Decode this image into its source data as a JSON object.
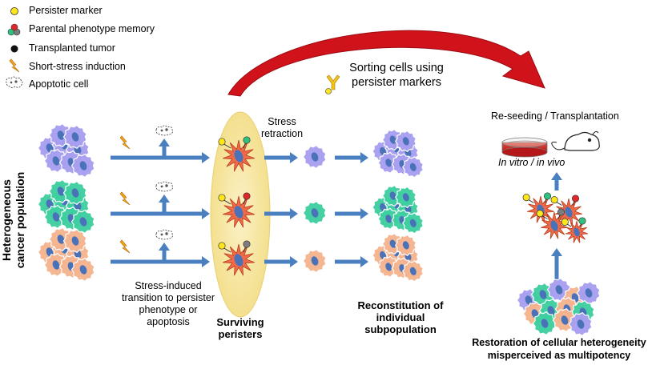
{
  "legend": {
    "persister_marker": "Persister marker",
    "parental_memory": "Parental phenotype memory",
    "transplanted_tumor": "Transplanted tumor",
    "short_stress": "Short-stress induction",
    "apoptotic_cell": "Apoptotic cell"
  },
  "labels": {
    "heterogeneous_line1": "Heterogeneous",
    "heterogeneous_line2": "cancer population",
    "stress_retraction_1": "Stress",
    "stress_retraction_2": "retraction",
    "sorting_1": "Sorting cells using",
    "sorting_2": "persister markers",
    "reseeding": "Re-seeding / Transplantation",
    "invitro": "In vitro / in vivo",
    "stress_induced_1": "Stress-induced",
    "stress_induced_2": "transition to persister",
    "stress_induced_3": "phenotype or",
    "stress_induced_4": "apoptosis",
    "surviving_1": "Surviving",
    "surviving_2": "peristers",
    "reconstitution_1": "Reconstitution of",
    "reconstitution_2": "individual",
    "reconstitution_3": "subpopulation",
    "restoration_1": "Restoration of cellular heterogeneity",
    "restoration_2": "misperceived as multipotency"
  },
  "colors": {
    "purple": "#a89ff0",
    "green": "#3ecfa0",
    "peach": "#f5b48f",
    "nucleus": "#4a72b8",
    "persister": "#ef6a48",
    "arrow": "#4a7fc0",
    "red_arrow": "#d0121b",
    "ellipse": "#f7e6a0"
  }
}
